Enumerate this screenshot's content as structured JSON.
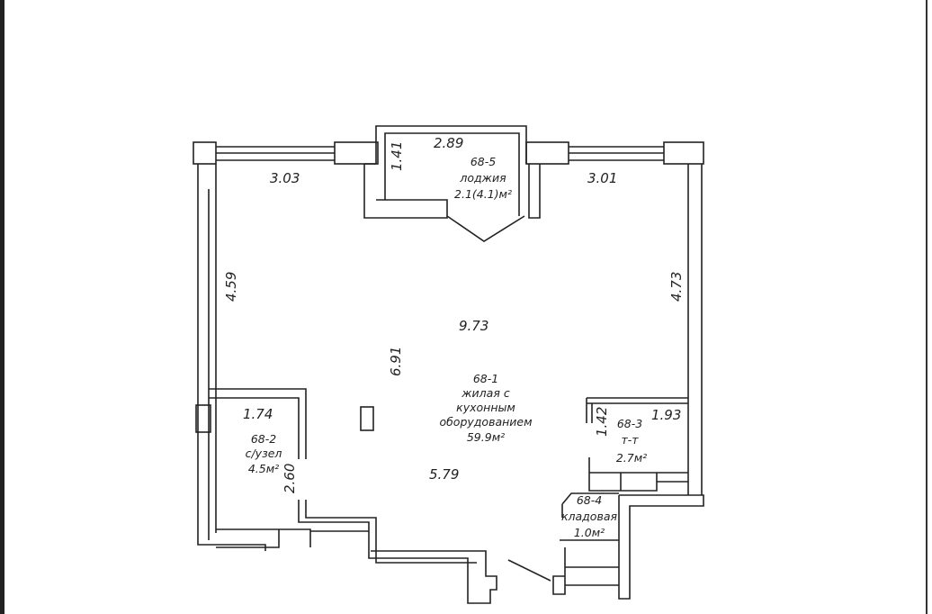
{
  "plan": {
    "rooms": [
      {
        "id": "68-1",
        "name_lines": [
          "жилая с",
          "кухонным",
          "оборудованием"
        ],
        "area": "59.9м²"
      },
      {
        "id": "68-2",
        "name_lines": [
          "с/узел"
        ],
        "area": "4.5м²"
      },
      {
        "id": "68-3",
        "name_lines": [
          "т-т"
        ],
        "area": "2.7м²"
      },
      {
        "id": "68-4",
        "name_lines": [
          "кладовая"
        ],
        "area": "1.0м²"
      },
      {
        "id": "68-5",
        "name_lines": [
          "лоджия"
        ],
        "area": "2.1(4.1)м²"
      }
    ],
    "dimensions": {
      "top_left": "3.03",
      "top_right": "3.01",
      "loggia_width": "2.89",
      "loggia_depth": "1.41",
      "left": "4.59",
      "right": "4.73",
      "center_h": "9.73",
      "center_v": "6.91",
      "bath_width": "1.74",
      "bath_depth": "2.60",
      "bottom": "5.79",
      "wc_width": "1.93",
      "wc_depth": "1.42"
    }
  }
}
